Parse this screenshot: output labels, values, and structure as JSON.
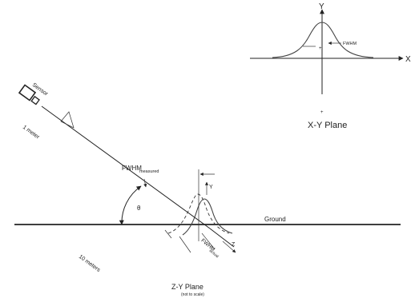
{
  "diagram": {
    "xy_plane": {
      "title": "X-Y Plane",
      "axis_x": "X",
      "axis_y": "Y",
      "fwhm": "FWHM",
      "peak_mark": "+"
    },
    "zy_plane": {
      "title": "Z-Y Plane",
      "subtitle": "(not to scale)",
      "sensor": "Sensor",
      "distance_1": "1 meter",
      "distance_2": "10 meters",
      "fwhm_measured": "FWHM",
      "fwhm_measured_sub": "measured",
      "fwhm_actual": "FWHM",
      "fwhm_actual_sub": "actual",
      "ground": "Ground",
      "angle": "θ",
      "axis_y": "Y",
      "axis_z": "Z"
    }
  }
}
